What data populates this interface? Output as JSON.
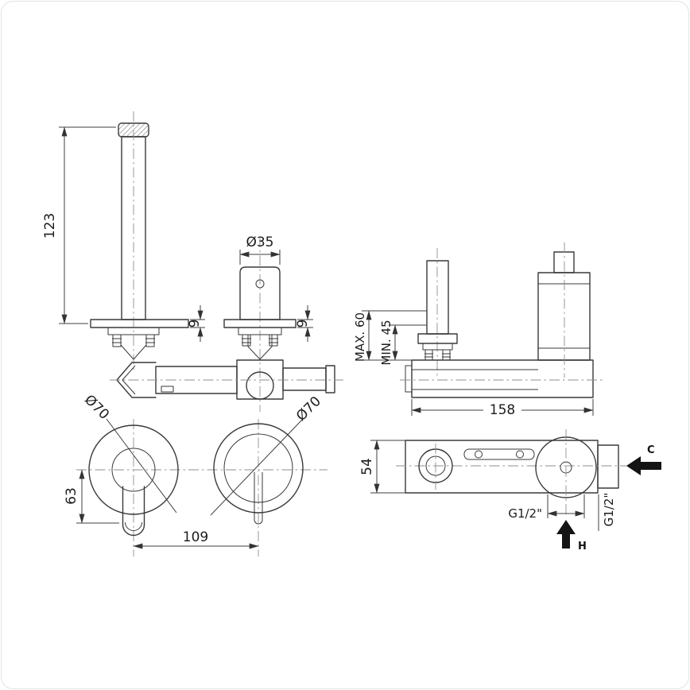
{
  "drawing": {
    "type": "technical-dimension-drawing",
    "subject": "wall-mounted basin mixer with spout and single lever",
    "labels": {
      "spout_height": "123",
      "handle_diameter": "Ø35",
      "plate_thickness_spout": "9",
      "plate_thickness_handle": "9",
      "rosette_diameter_spout": "Ø70",
      "rosette_diameter_handle": "Ø70",
      "spout_projection": "63",
      "centers_distance": "109",
      "wall_depth_max": "MAX. 60",
      "wall_depth_min": "MIN. 45",
      "body_length": "158",
      "body_height": "54",
      "thread_bottom": "G1/2\"",
      "thread_side": "G1/2\"",
      "cold_marker": "C",
      "hot_marker": "H"
    }
  }
}
